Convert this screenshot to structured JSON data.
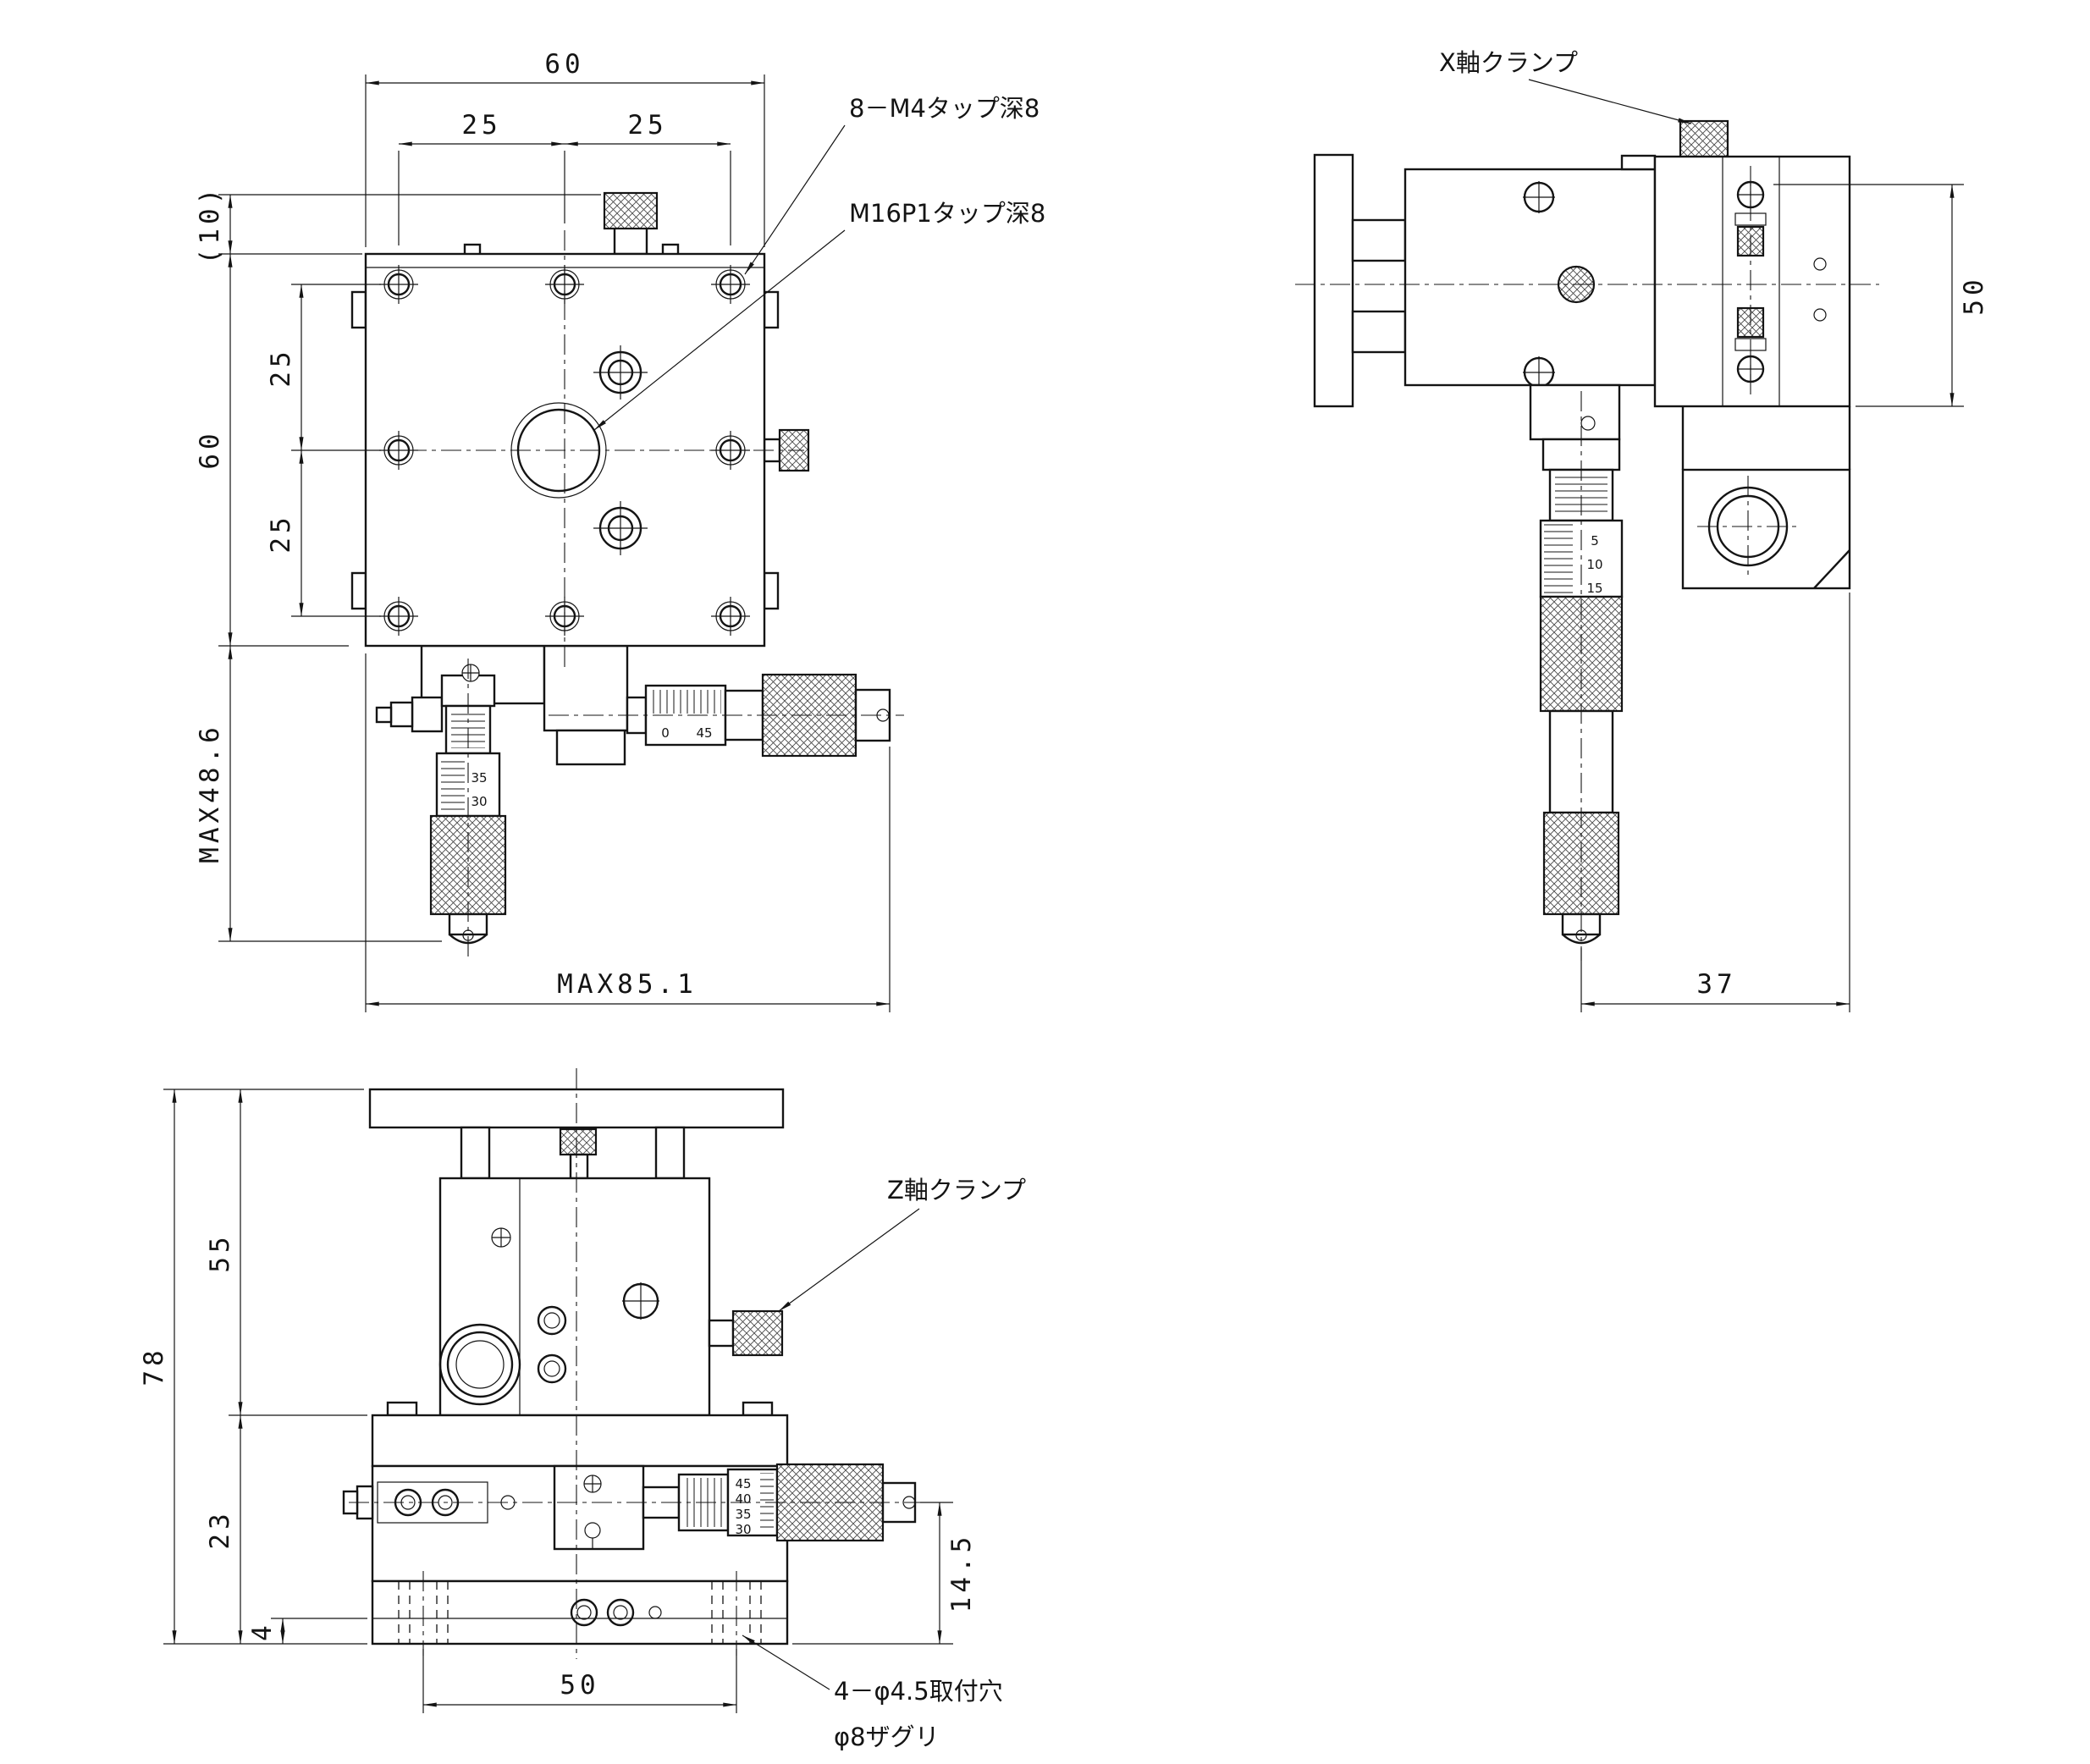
{
  "drawing": {
    "background": "#ffffff",
    "line_color": "#141414",
    "plan": {
      "dims": {
        "top_width": "60",
        "top_pitch_left": "25",
        "top_pitch_right": "25",
        "knob_offset": "(10)",
        "side_height": "60",
        "side_pitch_upper": "25",
        "side_pitch_lower": "25",
        "max_height": "MAX48.6",
        "max_width": "MAX85.1"
      },
      "labels": {
        "tap_m4": "8－M4タップ深8",
        "tap_m16": "M16P1タップ深8"
      },
      "mic_h_scale": [
        "0",
        "45"
      ],
      "mic_v_scale": [
        "35",
        "30"
      ]
    },
    "side": {
      "dims": {
        "height_50": "50",
        "width_37": "37"
      },
      "labels": {
        "x_clamp": "X軸クランプ"
      },
      "mic_scale": [
        "5",
        "10",
        "15"
      ]
    },
    "front": {
      "dims": {
        "total_height": "78",
        "upper_height": "55",
        "lower_height": "23",
        "base_step": "4",
        "hole_pitch": "50",
        "mic_height": "14.5"
      },
      "labels": {
        "z_clamp": "Z軸クランプ",
        "mount_hole": "4－φ4.5取付穴",
        "counterbore": "φ8ザグリ"
      },
      "mic_scale": [
        "45",
        "40",
        "35",
        "30"
      ]
    }
  }
}
